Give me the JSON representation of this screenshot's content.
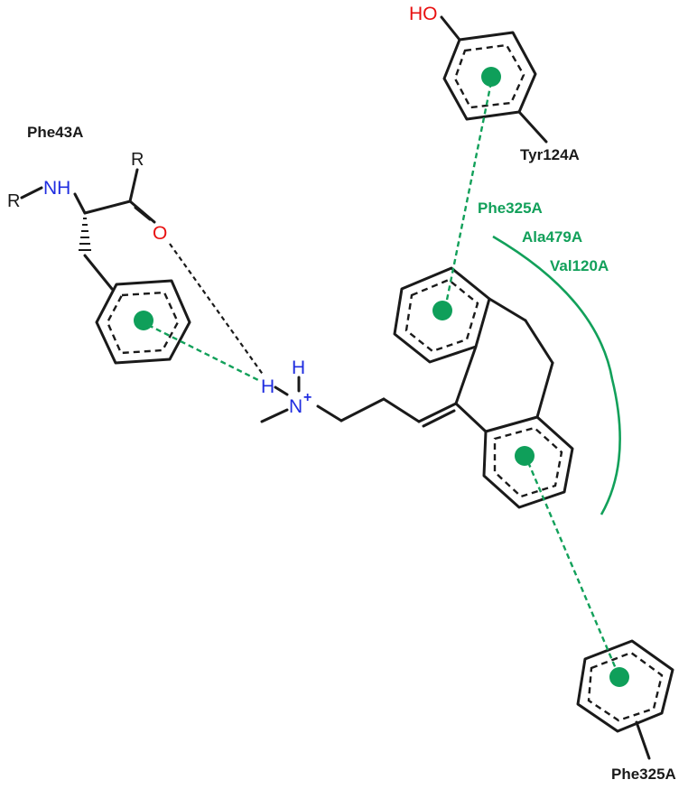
{
  "residues": {
    "phe43": "Phe43A",
    "tyr124": "Tyr124A",
    "phe325_bottom": "Phe325A"
  },
  "hydrophobic_contacts": [
    "Phe325A",
    "Ala479A",
    "Val120A"
  ],
  "atoms": {
    "r_left": "R",
    "nh": "NH",
    "r_top": "R",
    "carbonyl_o": "O",
    "ho": "HO",
    "h_top": "H",
    "h_left": "H",
    "n": "N",
    "n_charge": "+"
  },
  "colors": {
    "pi_interaction": "#12a05a",
    "nitrogen": "#1f2de0",
    "oxygen": "#e81010"
  }
}
